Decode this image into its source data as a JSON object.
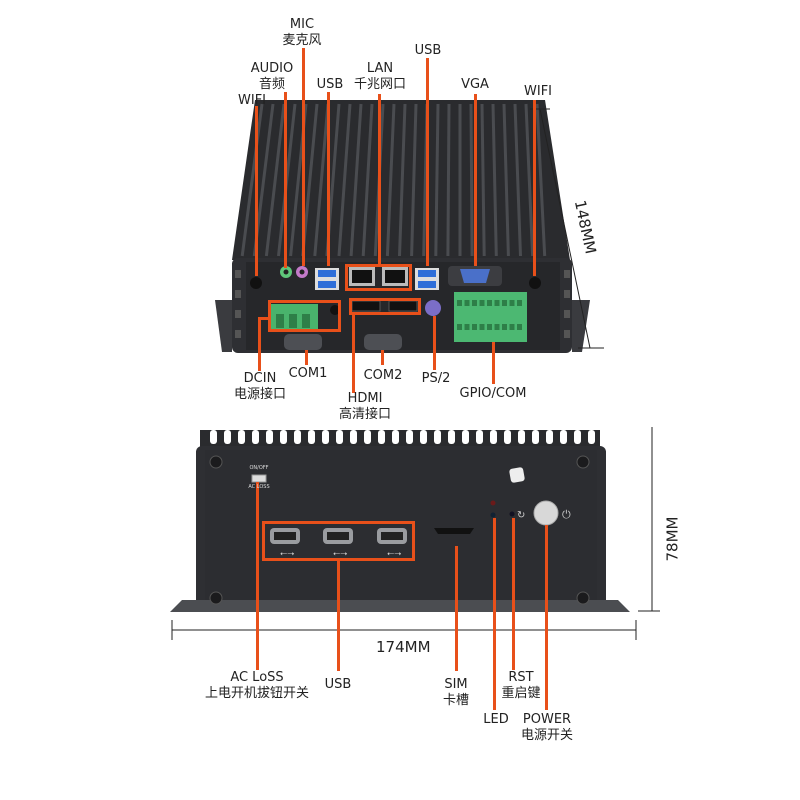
{
  "colors": {
    "accent": "#e8501a",
    "chassis": "#2b2c2f",
    "terminal": "#3fb36a"
  },
  "back_panel": {
    "labels": {
      "mic": {
        "en": "MIC",
        "zh": "麦克风"
      },
      "audio": {
        "en": "AUDIO",
        "zh": "音频"
      },
      "wifi_left": {
        "en": "WIFI"
      },
      "usb_left": {
        "en": "USB"
      },
      "lan": {
        "en": "LAN",
        "zh": "千兆网口"
      },
      "usb_right": {
        "en": "USB"
      },
      "vga": {
        "en": "VGA"
      },
      "wifi_right": {
        "en": "WIFI"
      },
      "dcin": {
        "en": "DCIN",
        "zh": "电源接口"
      },
      "com1": {
        "en": "COM1"
      },
      "hdmi": {
        "en": "HDMI",
        "zh": "高清接口"
      },
      "com2": {
        "en": "COM2"
      },
      "ps2": {
        "en": "PS/2"
      },
      "gpio": {
        "en": "GPIO/COM"
      }
    },
    "dimension_depth": "148MM"
  },
  "front_panel": {
    "labels": {
      "acloss": {
        "en": "AC LoSS",
        "zh": "上电开机拔钮开关"
      },
      "usb": {
        "en": "USB"
      },
      "sim": {
        "en": "SIM",
        "zh": "卡槽"
      },
      "led": {
        "en": "LED"
      },
      "rst": {
        "en": "RST",
        "zh": "重启键"
      },
      "power": {
        "en": "POWER",
        "zh": "电源开关"
      }
    },
    "switch_top": "ON/OFF",
    "switch_bottom": "AC LOSS",
    "dimension_width": "174MM",
    "dimension_height": "78MM"
  }
}
